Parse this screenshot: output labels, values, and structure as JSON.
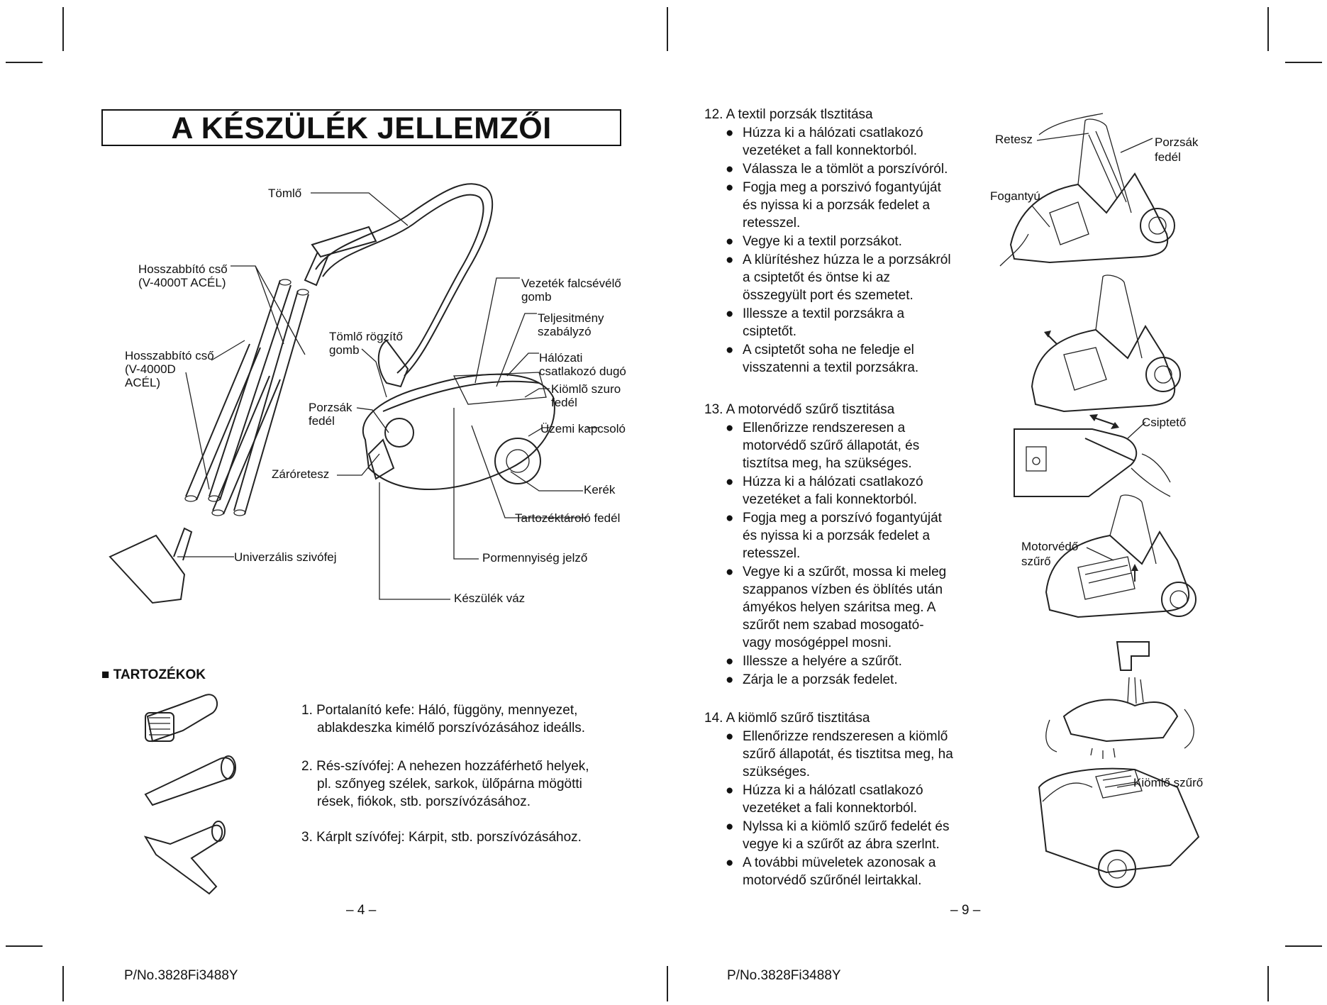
{
  "left_page": {
    "title": "A KÉSZÜLÉK JELLEMZŐI",
    "labels": {
      "tomlo": "Tömlő",
      "hosszabbito1_a": "Hosszabbító cső",
      "hosszabbito1_b": "(V-4000T ACÉL)",
      "hosszabbito2_a": "Hosszabbító cső",
      "hosszabbito2_b": "(V-4000D",
      "hosszabbito2_c": "ACÉL)",
      "tomlo_rogzito_a": "Tömlő rögzítő",
      "tomlo_rogzito_b": "gomb",
      "porzsak_a": "Porzsák",
      "porzsak_b": "fedél",
      "zaroretesz": "Záróretesz",
      "univerzalis": "Univerzális szivófej",
      "vezetek_a": "Vezeték falcsévélő",
      "vezetek_b": "gomb",
      "teljesitmeny_a": "Teljesitmény",
      "teljesitmeny_b": "szabályzó",
      "halozati_a": "Hálózati",
      "halozati_b": "csatlakozó dugó",
      "kiomlo_a": "Kiömlõ szuro",
      "kiomlo_b": "fedél",
      "uzemi": "Üzemi kapcsoló",
      "kerek": "Kerék",
      "tartozektarolo": "Tartozéktároló fedél",
      "pormennyiseg": "Pormennyiség jelző",
      "keszulek_vaz": "Készülék váz"
    },
    "accessories_heading": "TARTOZÉKOK",
    "accessories": [
      {
        "line1": "1. Portalanító kefe: Háló, függöny, mennyezet,",
        "line2": "ablakdeszka kimélő porszívózásához ideálls."
      },
      {
        "line1": "2. Rés-szívófej: A nehezen hozzáférhető helyek,",
        "line2": "pl. szőnyeg szélek, sarkok, ülőpárna mögötti",
        "line3": "rések, fiókok, stb. porszívózásához."
      },
      {
        "line1": "3. Kárplt szívófej: Kárpit, stb. porszívózásához."
      }
    ],
    "page_number": "– 4 –",
    "part_number": "P/No.3828Fi3488Y"
  },
  "right_page": {
    "sections": [
      {
        "heading": "12. A textil porzsák tlsztitása",
        "bullets": [
          [
            "Húzza ki a hálózati csatlakozó",
            "vezetéket a fall konnektorból."
          ],
          [
            "Válassza le a tömlöt a porszívóról."
          ],
          [
            "Fogja meg a porszivó fogantyúját",
            "és nyissa ki a porzsák fedelet a",
            "retesszel."
          ],
          [
            "Vegye ki a textil porzsákot."
          ],
          [
            "A klürítéshez húzza le a porzsákról",
            "a csiptetőt és öntse ki az",
            "összegyült port és szemetet."
          ],
          [
            "Illessze a textil porzsákra a",
            "csiptetőt."
          ],
          [
            "A csiptetőt soha ne feledje el",
            "visszatenni a textil porzsákra."
          ]
        ]
      },
      {
        "heading": "13. A motorvédő szűrő tisztitása",
        "bullets": [
          [
            "Ellenőrizze rendszeresen a",
            "motorvédő szűrő állapotát, és",
            "tisztítsa meg, ha szükséges."
          ],
          [
            "Húzza ki a hálózati csatlakozó",
            "vezetéket a fali konnektorból."
          ],
          [
            "Fogja meg a porszívó fogantyúját",
            "és nyissa ki a porzsák fedelet a",
            "retesszel."
          ],
          [
            "Vegye ki a szűrőt, mossa ki meleg",
            "szappanos vízben és öblítés után",
            "ámyékos helyen száritsa meg. A",
            "szűrőt nem szabad mosogató-",
            "vagy mosógéppel mosni."
          ],
          [
            "Illessze a helyére a szűrőt."
          ],
          [
            "Zárja le a porzsák fedelet."
          ]
        ]
      },
      {
        "heading": "14. A kiömlő szűrő tisztitása",
        "bullets": [
          [
            "Ellenőrizze rendszeresen a kiömlő",
            "szűrő állapotát, és tisztitsa meg, ha",
            "szükséges."
          ],
          [
            "Húzza ki a hálózatl csatlakozó",
            "vezetéket a fali konnektorból."
          ],
          [
            "Nylssa ki a kiömlő szűrő fedelét és",
            "vegye ki a szűrőt az ábra szerlnt."
          ],
          [
            "A további müveletek azonosak a",
            "motorvédő szűrőnél leirtakkal."
          ]
        ]
      }
    ],
    "figure_labels": {
      "retesz": "Retesz",
      "fogantyu": "Fogantyú",
      "porzsak_fedel_a": "Porzsák",
      "porzsak_fedel_b": "fedél",
      "csipteto": "Csiptető",
      "motorvedo_a": "Motorvédő",
      "motorvedo_b": "szűrő",
      "kiomlo_szuro": "Kiömlő szűrő"
    },
    "page_number": "– 9 –",
    "part_number": "P/No.3828Fi3488Y"
  },
  "bullet_glyph": "●",
  "square_glyph": "■"
}
